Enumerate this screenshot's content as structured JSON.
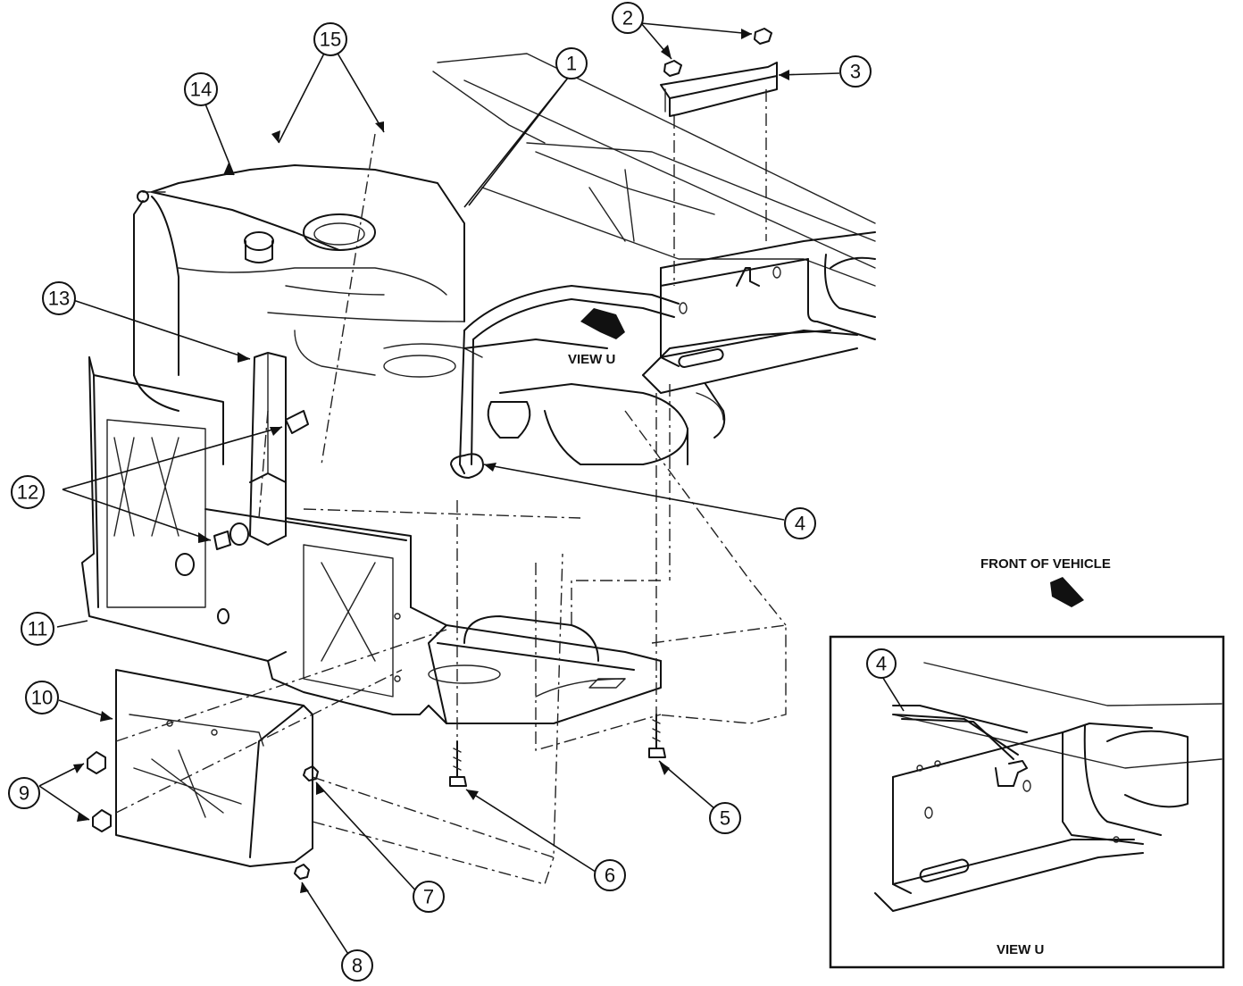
{
  "diagram": {
    "callouts": [
      {
        "id": "1",
        "text": "1"
      },
      {
        "id": "2",
        "text": "2"
      },
      {
        "id": "3",
        "text": "3"
      },
      {
        "id": "4",
        "text": "4"
      },
      {
        "id": "5",
        "text": "5"
      },
      {
        "id": "6",
        "text": "6"
      },
      {
        "id": "7",
        "text": "7"
      },
      {
        "id": "8",
        "text": "8"
      },
      {
        "id": "9",
        "text": "9"
      },
      {
        "id": "10",
        "text": "10"
      },
      {
        "id": "11",
        "text": "11"
      },
      {
        "id": "12",
        "text": "12"
      },
      {
        "id": "13",
        "text": "13"
      },
      {
        "id": "14",
        "text": "14"
      },
      {
        "id": "15",
        "text": "15"
      }
    ],
    "labels": {
      "view_u_arrow": "VIEW U",
      "front_of_vehicle": "FRONT OF VEHICLE",
      "inset_title": "VIEW U",
      "inset_callout": "4"
    }
  }
}
